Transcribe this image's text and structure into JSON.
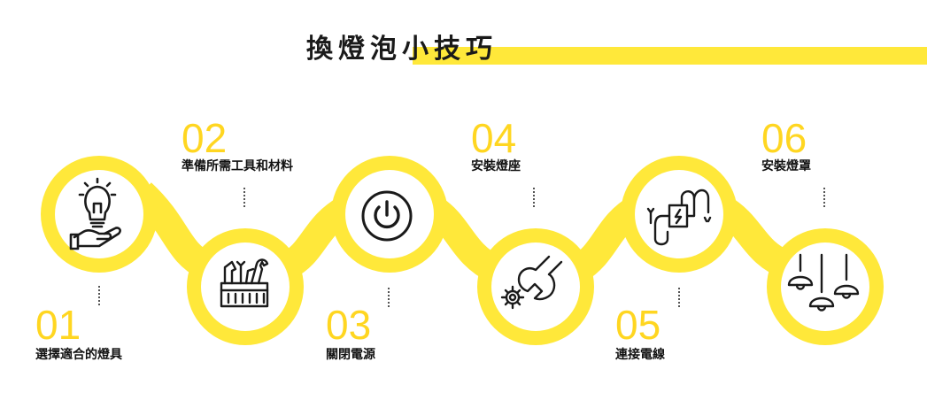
{
  "title": "換燈泡小技巧",
  "colors": {
    "accent": "#FFE83A",
    "number": "#FFD621",
    "text": "#111111"
  },
  "steps": [
    {
      "number": "01",
      "label": "選擇適合的燈具",
      "icon": "lightbulb-hand-icon"
    },
    {
      "number": "02",
      "label": "準備所需工具和材料",
      "icon": "toolbox-icon"
    },
    {
      "number": "03",
      "label": "關閉電源",
      "icon": "power-icon"
    },
    {
      "number": "04",
      "label": "安裝燈座",
      "icon": "wrench-gear-icon"
    },
    {
      "number": "05",
      "label": "連接電線",
      "icon": "wire-connector-icon"
    },
    {
      "number": "06",
      "label": "安裝燈罩",
      "icon": "pendant-lamps-icon"
    }
  ]
}
